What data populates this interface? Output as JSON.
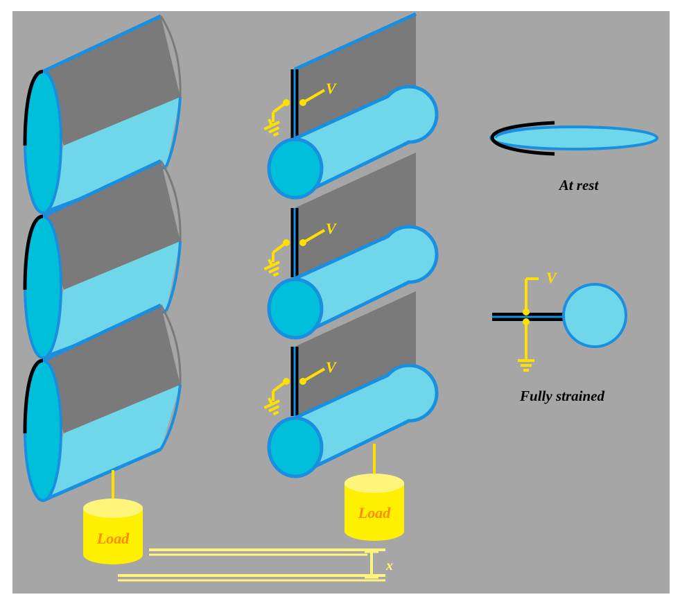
{
  "labels": {
    "at_rest": "At rest",
    "fully_strained": "Fully strained",
    "load": "Load",
    "voltage": "V",
    "displacement": "x"
  },
  "colors": {
    "background": "#A6A6A6",
    "frame": "#FFFFFF",
    "tube_light": "#70D7EA",
    "tube_end": "#00BFDB",
    "tube_outline": "#1A8FE0",
    "sheet_dark": "#7A7A7A",
    "electrode": "#000000",
    "wire": "#FFE000",
    "load_fill": "#FFF000",
    "load_text": "#FF8C00",
    "rail": "#FFF57A"
  }
}
